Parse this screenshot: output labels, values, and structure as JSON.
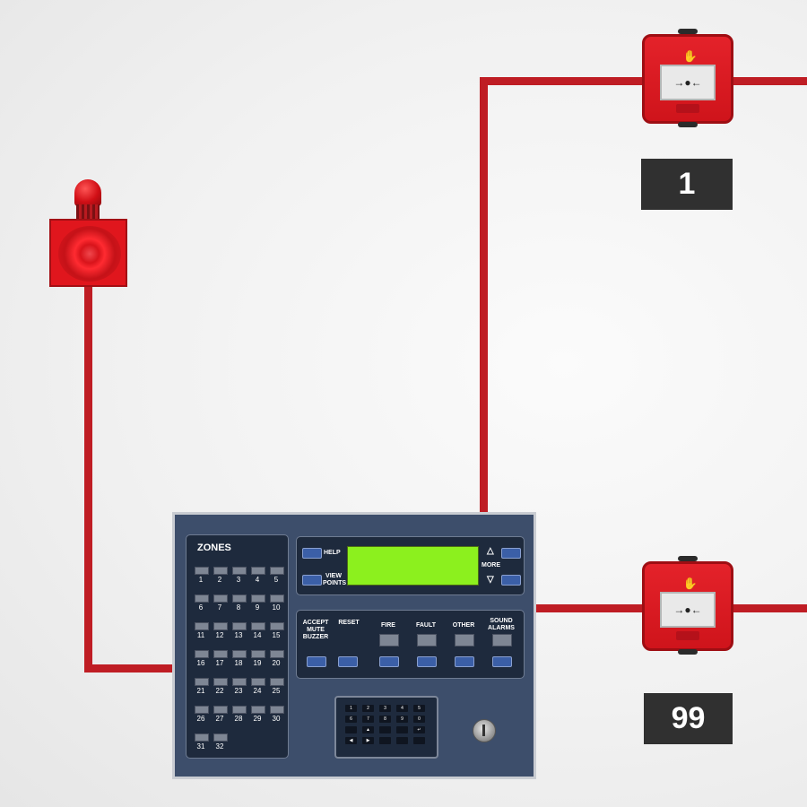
{
  "call_points": [
    {
      "label": "1"
    },
    {
      "label": "99"
    }
  ],
  "call_point_glass_symbol": "→●←",
  "panel": {
    "zones_title": "ZONES",
    "zones": [
      "1",
      "2",
      "3",
      "4",
      "5",
      "6",
      "7",
      "8",
      "9",
      "10",
      "11",
      "12",
      "13",
      "14",
      "15",
      "16",
      "17",
      "18",
      "19",
      "20",
      "21",
      "22",
      "23",
      "24",
      "25",
      "26",
      "27",
      "28",
      "29",
      "30",
      "31",
      "32"
    ],
    "help_label": "HELP",
    "view_points_label": "VIEW POINTS",
    "more_label": "MORE",
    "up_arrow": "△",
    "down_arrow": "▽",
    "controls": [
      "ACCEPT MUTE BUZZER",
      "RESET",
      "FIRE",
      "FAULT",
      "OTHER",
      "SOUND ALARMS"
    ],
    "keypad_keys": [
      "1",
      "2",
      "3",
      "4",
      "5",
      "6",
      "7",
      "8",
      "9",
      "0",
      "",
      "▲",
      "",
      "",
      "↵",
      "◀",
      "▶",
      "",
      "",
      "",
      "⌂"
    ],
    "lcd_color": "#8cf01e"
  },
  "colors": {
    "wire": "#bf1d24",
    "device_red": "#e0161d",
    "panel": "#3d4e6b"
  }
}
